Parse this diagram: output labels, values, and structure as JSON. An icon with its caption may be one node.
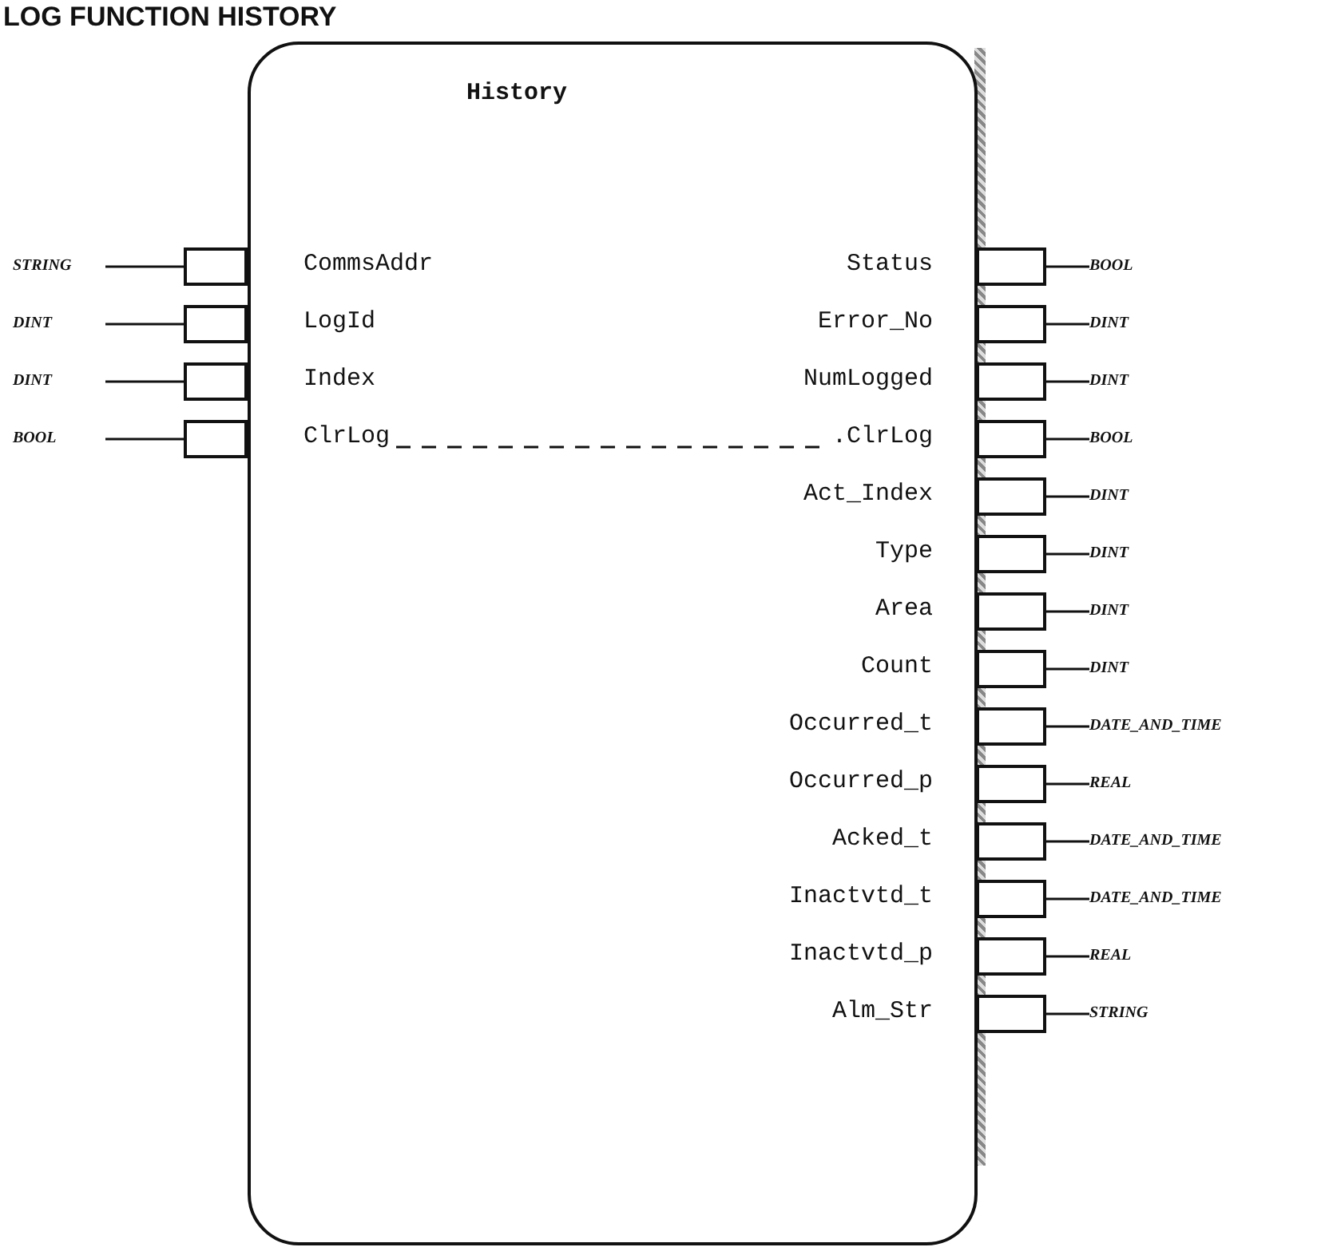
{
  "diagram": {
    "title": "LOG FUNCTION HISTORY",
    "nodes": [
      {
        "text": [
          "History"
        ]
      },
      {
        "text": [
          "STRING"
        ]
      },
      {
        "text": [
          "DINT"
        ]
      },
      {
        "text": [
          "DINT"
        ]
      },
      {
        "text": [
          "BOOL"
        ]
      },
      {
        "text": [],
        "shape": "box"
      },
      {
        "text": [],
        "shape": "box"
      },
      {
        "text": [],
        "shape": "box"
      },
      {
        "text": [],
        "shape": "box"
      },
      {
        "text": [],
        "shape": "box"
      },
      {
        "text": [],
        "shape": "box"
      },
      {
        "text": [],
        "shape": "box"
      },
      {
        "text": [],
        "shape": "box"
      },
      {
        "text": [],
        "shape": "box"
      },
      {
        "text": [],
        "shape": "box"
      },
      {
        "text": [],
        "shape": "box"
      },
      {
        "text": [],
        "shape": "box"
      },
      {
        "text": [],
        "shape": "box"
      },
      {
        "text": [],
        "shape": "box"
      },
      {
        "text": [],
        "shape": "box"
      },
      {
        "text": [],
        "shape": "box"
      },
      {
        "text": [],
        "shape": "box"
      },
      {
        "text": [],
        "shape": "box"
      },
      {
        "text": [
          "BOOL"
        ]
      },
      {
        "text": [
          "DINT"
        ]
      },
      {
        "text": [
          "DINT"
        ]
      },
      {
        "text": [
          "BOOL"
        ]
      },
      {
        "text": [
          "DINT"
        ]
      },
      {
        "text": [
          "DINT"
        ]
      },
      {
        "text": [
          "DINT"
        ]
      },
      {
        "text": [
          "DINT"
        ]
      },
      {
        "text": [
          "DATE_AND_TIME"
        ]
      },
      {
        "text": [
          "REAL"
        ]
      },
      {
        "text": [
          "DATE_AND_TIME"
        ]
      },
      {
        "text": [
          "DATE_AND_TIME"
        ]
      },
      {
        "text": [
          "REAL"
        ]
      },
      {
        "text": [
          "STRING"
        ]
      }
    ],
    "edges": [
      {
        "from": 1,
        "to": 5,
        "arrow": "none"
      },
      {
        "from": 2,
        "to": 6,
        "arrow": "none"
      },
      {
        "from": 3,
        "to": 7,
        "arrow": "none"
      },
      {
        "from": 4,
        "to": 8,
        "arrow": "none"
      },
      {
        "from": 9,
        "to": 23,
        "arrow": "none"
      },
      {
        "from": 10,
        "to": 24,
        "arrow": "none"
      },
      {
        "from": 11,
        "to": 25,
        "arrow": "none"
      },
      {
        "from": 12,
        "to": 26,
        "arrow": "none"
      },
      {
        "from": 13,
        "to": 27,
        "arrow": "none"
      },
      {
        "from": 14,
        "to": 28,
        "arrow": "none"
      },
      {
        "from": 15,
        "to": 29,
        "arrow": "none"
      },
      {
        "from": 16,
        "to": 30,
        "arrow": "none"
      },
      {
        "from": 17,
        "to": 31,
        "arrow": "none"
      },
      {
        "from": 18,
        "to": 32,
        "arrow": "none"
      },
      {
        "from": 19,
        "to": 33,
        "arrow": "none"
      },
      {
        "from": 20,
        "to": 34,
        "arrow": "none"
      },
      {
        "from": 21,
        "to": 35,
        "arrow": "none"
      },
      {
        "from": 22,
        "to": 36,
        "arrow": "none"
      }
    ],
    "labels": [
      "CommsAddr",
      "Status",
      "LogId",
      "Error_No",
      "Index",
      "NumLogged",
      "ClrLog",
      ".ClrLog",
      "Act_Index",
      "Type",
      "Area",
      "Count",
      "Occurred_t",
      "Occurred_p",
      "Acked_t",
      "Inactvtd_t",
      "Inactvtd_p",
      "Alm_Str"
    ]
  }
}
